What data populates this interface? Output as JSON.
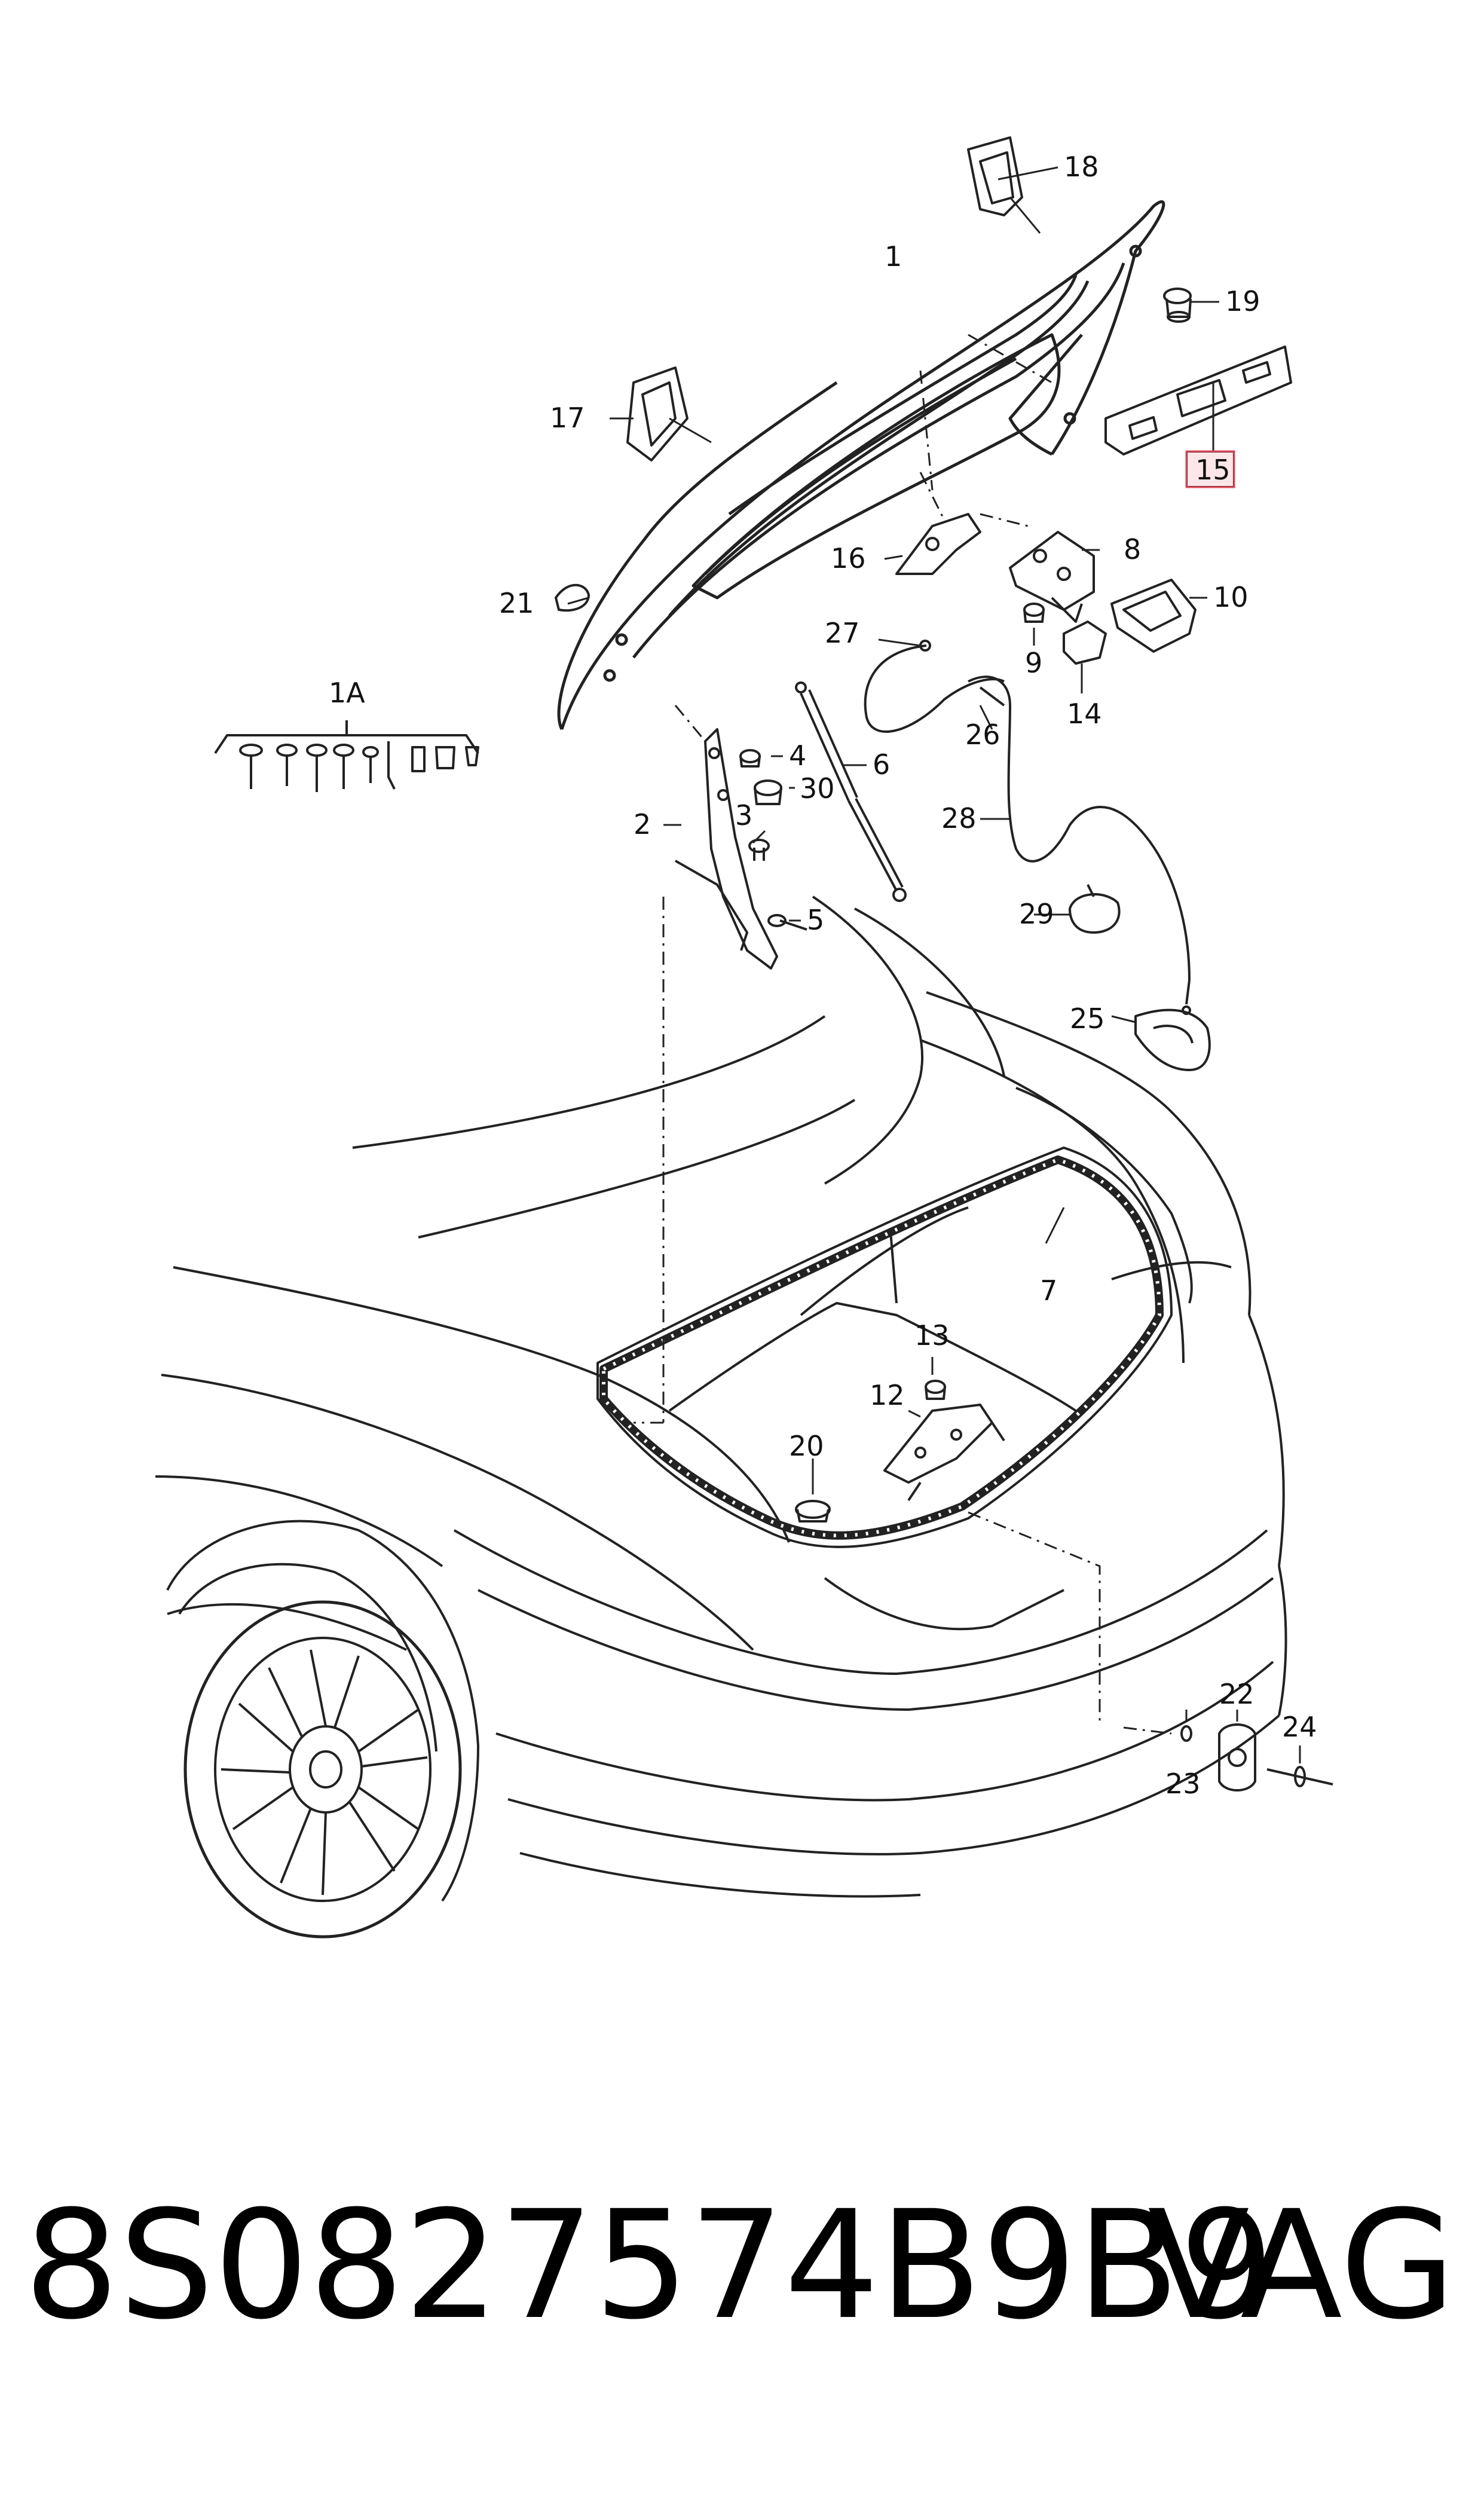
{
  "diagram": {
    "callouts": {
      "c1": "1",
      "c1A": "1A",
      "c2": "2",
      "c3": "3",
      "c4": "4",
      "c5": "5",
      "c6": "6",
      "c7": "7",
      "c8": "8",
      "c9": "9",
      "c10": "10",
      "c12": "12",
      "c13": "13",
      "c14": "14",
      "c15": "15",
      "c16": "16",
      "c17": "17",
      "c18": "18",
      "c19": "19",
      "c20": "20",
      "c21": "21",
      "c22": "22",
      "c23": "23",
      "c24": "24",
      "c25": "25",
      "c26": "26",
      "c27": "27",
      "c28": "28",
      "c29": "29",
      "c30": "30"
    },
    "highlight_color": "#e04a5a",
    "highlight_fill": "#fde6e8"
  },
  "part_label": {
    "part_number": "8S0827574B9B9",
    "brand": "VAG"
  }
}
